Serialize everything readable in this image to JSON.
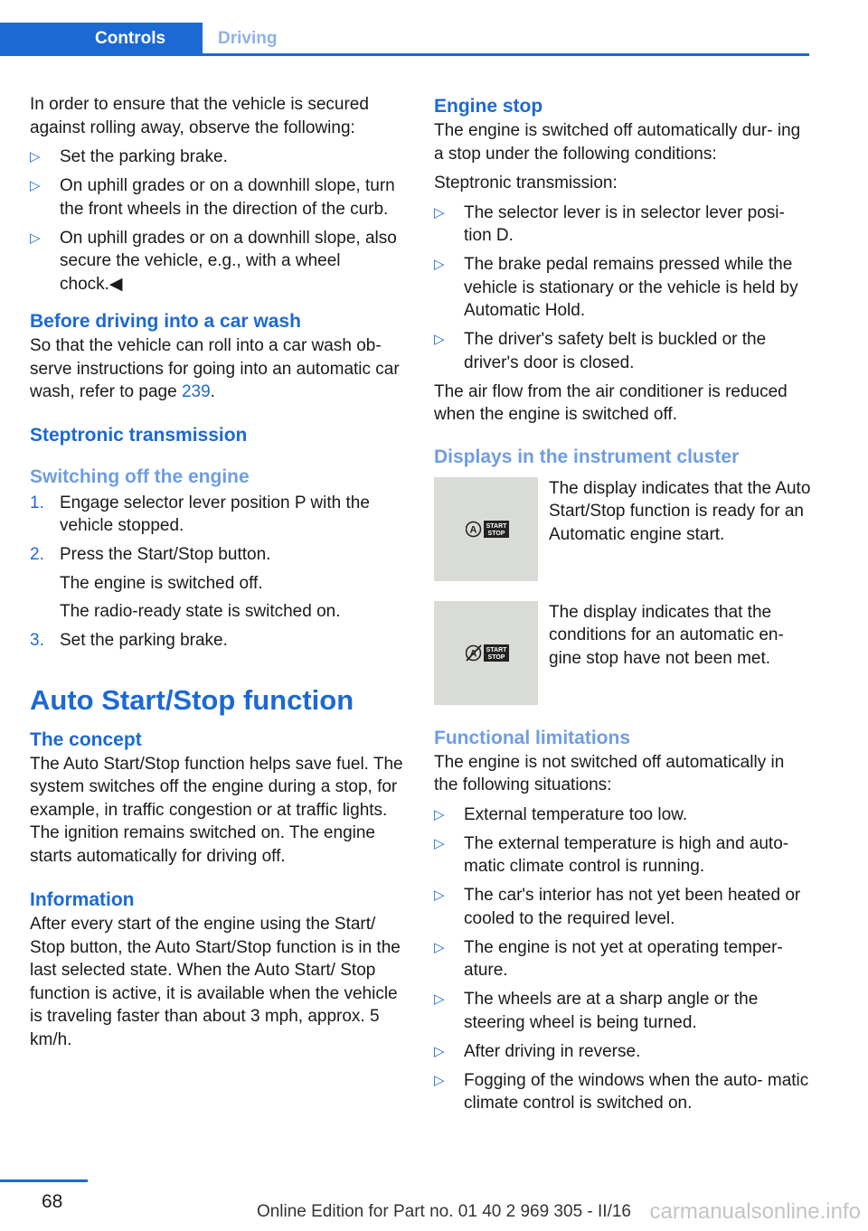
{
  "header": {
    "tab_active": "Controls",
    "tab_inactive": "Driving"
  },
  "left": {
    "intro": "In order to ensure that the vehicle is secured against rolling away, observe the following:",
    "intro_bullets": [
      "Set the parking brake.",
      "On uphill grades or on a downhill slope, turn the front wheels in the direction of the curb.",
      "On uphill grades or on a downhill slope, also secure the vehicle, e.g., with a wheel chock.◀"
    ],
    "carwash_heading": "Before driving into a car wash",
    "carwash_text": "So that the vehicle can roll into a car wash ob‐ serve instructions for going into an automatic car wash, refer to page",
    "carwash_page": "239",
    "carwash_end": ".",
    "steptronic_heading": "Steptronic transmission",
    "switchoff_heading": "Switching off the engine",
    "steps": [
      {
        "n": "1.",
        "text": "Engage selector lever position P with the vehicle stopped."
      },
      {
        "n": "2.",
        "text": "Press the Start/Stop button.",
        "sub1": "The engine is switched off.",
        "sub2": "The radio-ready state is switched on."
      },
      {
        "n": "3.",
        "text": "Set the parking brake."
      }
    ],
    "auto_heading": "Auto Start/Stop function",
    "concept_heading": "The concept",
    "concept_text": "The Auto Start/Stop function helps save fuel. The system switches off the engine during a stop, for example, in traffic congestion or at traffic lights. The ignition remains switched on. The engine starts automatically for driving off.",
    "info_heading": "Information",
    "info_text": "After every start of the engine using the Start/ Stop button, the Auto Start/Stop function is in the last selected state. When the Auto Start/ Stop function is active, it is available when the vehicle is traveling faster than about 3 mph, approx. 5 km/h."
  },
  "right": {
    "stop_heading": "Engine stop",
    "stop_text": "The engine is switched off automatically dur‐ ing a stop under the following conditions:",
    "steptronic_label": "Steptronic transmission:",
    "stop_bullets": [
      "The selector lever is in selector lever posi‐ tion D.",
      "The brake pedal remains pressed while the vehicle is stationary or the vehicle is held by Automatic Hold.",
      "The driver's safety belt is buckled or the driver's door is closed."
    ],
    "airflow_text": "The air flow from the air conditioner is reduced when the engine is switched off.",
    "displays_heading": "Displays in the instrument cluster",
    "display1_text": "The display indicates that the Auto Start/Stop function is ready for an Automatic engine start.",
    "display2_text": "The display indicates that the conditions for an automatic en‐ gine stop have not been met.",
    "indicator_letter": "A",
    "indicator_word1": "START",
    "indicator_word2": "STOP",
    "limits_heading": "Functional limitations",
    "limits_text": "The engine is not switched off automatically in the following situations:",
    "limits_bullets": [
      "External temperature too low.",
      "The external temperature is high and auto‐ matic climate control is running.",
      "The car's interior has not yet been heated or cooled to the required level.",
      "The engine is not yet at operating temper‐ ature.",
      "The wheels are at a sharp angle or the steering wheel is being turned.",
      "After driving in reverse.",
      "Fogging of the windows when the auto‐ matic climate control is switched on."
    ]
  },
  "footer": {
    "page_number": "68",
    "edition": "Online Edition for Part no. 01 40 2 969 305 - II/16",
    "watermark": "carmanualsonline.info"
  },
  "colors": {
    "accent": "#1c69d4",
    "accent_light": "#6f9de0",
    "image_bg": "#d9dcd6"
  }
}
